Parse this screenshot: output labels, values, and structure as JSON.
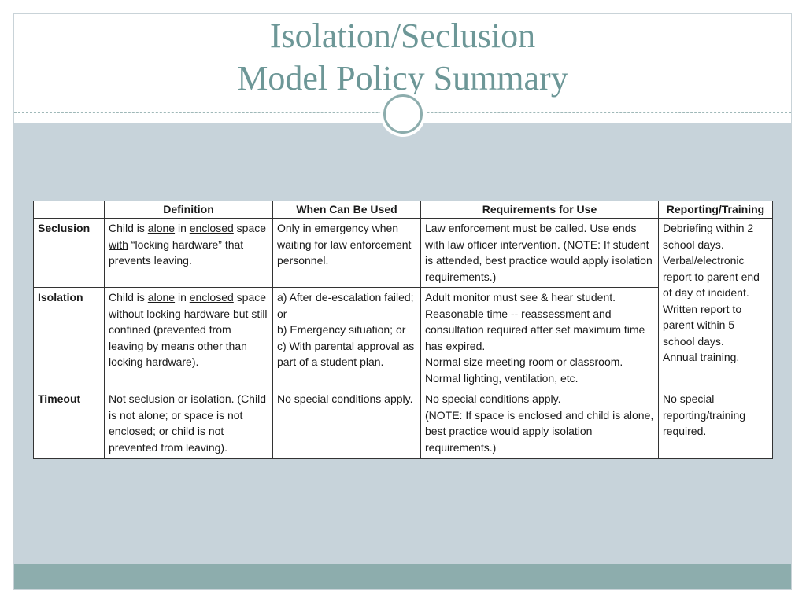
{
  "slide": {
    "title_line1": "Isolation/Seclusion",
    "title_line2": "Model Policy Summary"
  },
  "table": {
    "headers": [
      "",
      "Definition",
      "When Can Be Used",
      "Requirements for Use",
      "Reporting/Training"
    ],
    "rows": {
      "seclusion": {
        "label": "Seclusion",
        "definition": {
          "p1": "Child is ",
          "u1": "alone",
          "p2": " in ",
          "u2": "enclosed",
          "p3": " space ",
          "u3": "with",
          "p4": " “locking hardware” that prevents leaving."
        },
        "when": "Only in emergency when waiting for law enforcement personnel.",
        "requirements": "Law enforcement must be called.  Use ends with law officer intervention.  (NOTE: If student is attended, best practice would apply isolation requirements.)"
      },
      "isolation": {
        "label": "Isolation",
        "definition": {
          "p1": "Child is ",
          "u1": "alone",
          "p2": " in ",
          "u2": "enclosed",
          "p3": " space ",
          "u3": "without",
          "p4": " locking hardware but still confined (prevented from leaving by means other than locking hardware)."
        },
        "when_lines": [
          "a) After de-escalation failed; or",
          "b) Emergency situation; or",
          "c) With parental approval as part of a student plan."
        ],
        "requirements_lines": [
          "Adult monitor must see & hear student.",
          "Reasonable time -- reassessment and consultation required after set maximum time has expired.",
          "Normal size meeting room or classroom.",
          "Normal  lighting, ventilation, etc."
        ]
      },
      "shared_reporting_lines": [
        "Debriefing within 2 school days.",
        "Verbal/electronic report to parent end of day of incident.",
        "Written report to parent within 5 school days.",
        "Annual training."
      ],
      "timeout": {
        "label": "Timeout",
        "definition": "Not seclusion or isolation. (Child is not alone; or space is not enclosed; or child is not prevented from leaving).",
        "when": " No special conditions apply.",
        "requirements_lines": [
          "No special conditions apply.",
          "(NOTE:  If space is enclosed and child is alone, best practice would apply isolation requirements.)"
        ],
        "reporting": "No special reporting/training required."
      }
    }
  },
  "colors": {
    "title": "#6d9797",
    "content_background": "#c7d3da",
    "footer_bar": "#8dadad",
    "table_border": "#333333"
  }
}
